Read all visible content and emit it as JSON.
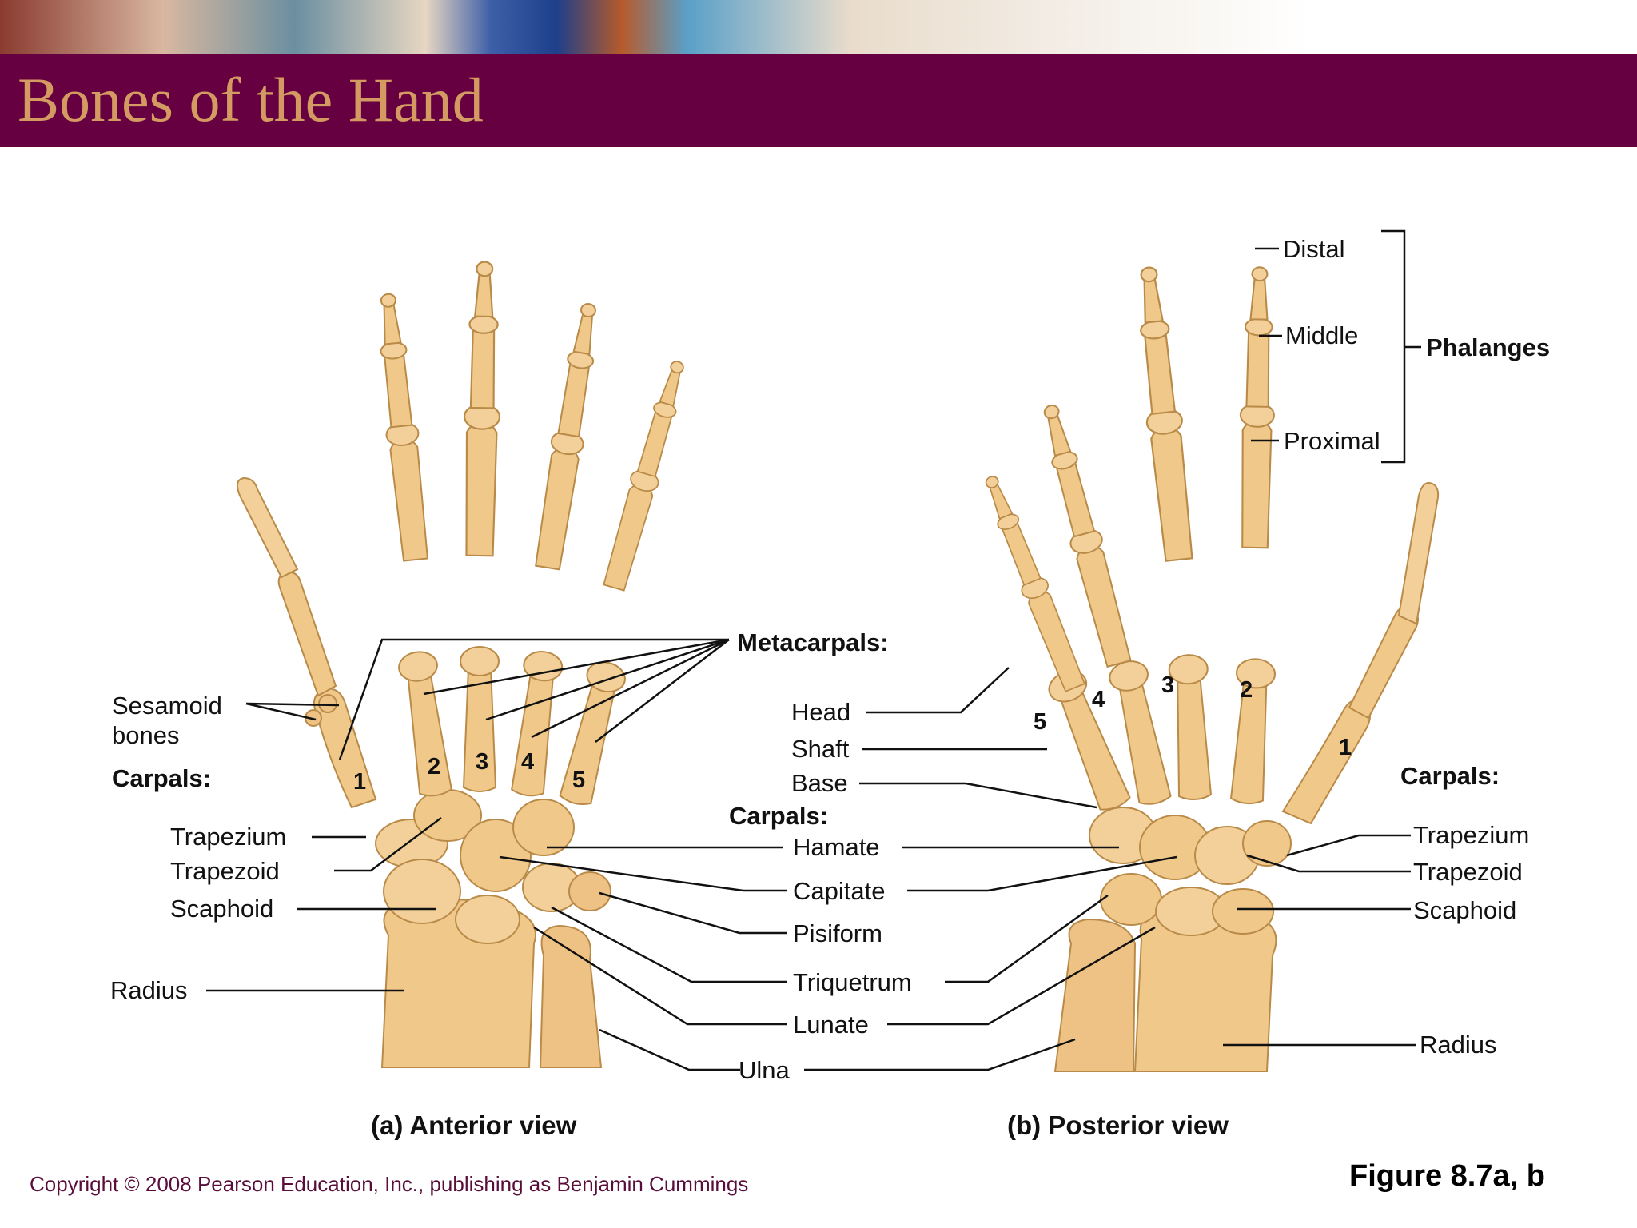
{
  "slide": {
    "title": "Bones of the Hand",
    "copyright": "Copyright © 2008 Pearson Education, Inc., publishing as Benjamin Cummings",
    "figure_ref": "Figure 8.7a, b"
  },
  "colors": {
    "title_bar": "#670040",
    "title_text": "#d39a62",
    "bone": "#f0c98a",
    "bone_outline": "#b98a48",
    "label_text": "#111111",
    "leader_line": "#111111"
  },
  "anterior": {
    "caption": "(a) Anterior view",
    "sesamoid": [
      "Sesamoid",
      "bones"
    ],
    "carpals_heading": "Carpals:",
    "trapezium": "Trapezium",
    "trapezoid": "Trapezoid",
    "scaphoid": "Scaphoid",
    "radius": "Radius",
    "metacarpal_numbers": [
      "1",
      "2",
      "3",
      "4",
      "5"
    ]
  },
  "center": {
    "metacarpals_heading": "Metacarpals:",
    "head": "Head",
    "shaft": "Shaft",
    "base": "Base",
    "carpals_heading": "Carpals:",
    "hamate": "Hamate",
    "capitate": "Capitate",
    "pisiform": "Pisiform",
    "triquetrum": "Triquetrum",
    "lunate": "Lunate",
    "ulna": "Ulna"
  },
  "posterior": {
    "caption": "(b) Posterior view",
    "distal": "Distal",
    "middle": "Middle",
    "proximal": "Proximal",
    "phalanges": "Phalanges",
    "carpals_heading": "Carpals:",
    "trapezium": "Trapezium",
    "trapezoid": "Trapezoid",
    "scaphoid": "Scaphoid",
    "radius": "Radius",
    "metacarpal_numbers": [
      "5",
      "4",
      "3",
      "2",
      "1"
    ]
  }
}
